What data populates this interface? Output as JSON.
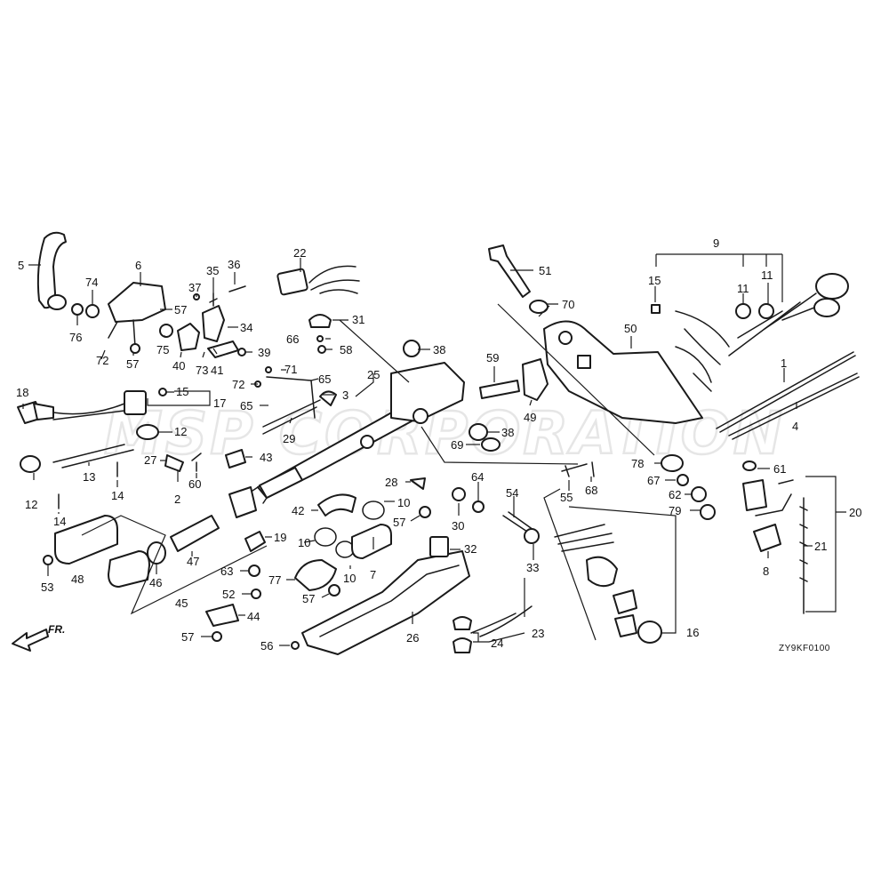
{
  "diagram": {
    "code": "ZY9KF0100",
    "watermark": "MSP CORPORATION",
    "front_marker": "FR.",
    "callouts": [
      "1",
      "2",
      "3",
      "4",
      "5",
      "6",
      "7",
      "8",
      "9",
      "10",
      "10",
      "10",
      "11",
      "11",
      "12",
      "12",
      "13",
      "14",
      "14",
      "15",
      "15",
      "16",
      "17",
      "18",
      "19",
      "20",
      "21",
      "22",
      "23",
      "24",
      "25",
      "26",
      "27",
      "28",
      "29",
      "30",
      "31",
      "32",
      "33",
      "34",
      "35",
      "36",
      "37",
      "38",
      "38",
      "39",
      "40",
      "41",
      "42",
      "43",
      "44",
      "45",
      "46",
      "47",
      "48",
      "49",
      "50",
      "51",
      "52",
      "53",
      "54",
      "55",
      "56",
      "57",
      "57",
      "57",
      "57",
      "57",
      "58",
      "59",
      "60",
      "61",
      "62",
      "63",
      "64",
      "65",
      "65",
      "66",
      "67",
      "68",
      "69",
      "70",
      "71",
      "72",
      "72",
      "73",
      "74",
      "75",
      "76",
      "77",
      "78",
      "79"
    ]
  }
}
